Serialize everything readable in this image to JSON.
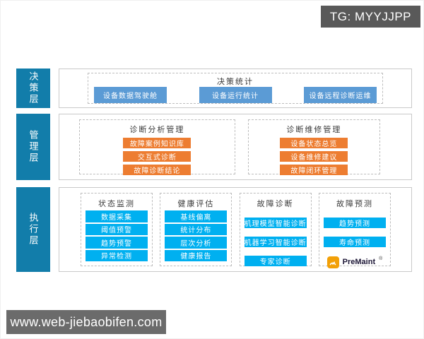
{
  "badges": {
    "tg_label": "TG: MYYJJPP",
    "watermark": "www.web-jiebaobifen.com"
  },
  "colors": {
    "layer_label_bg": "#127DAA",
    "decision_button": "#5B9BD5",
    "management_button": "#ED7D31",
    "execution_button": "#00B0F0",
    "tg_badge_bg": "#595959",
    "watermark_bg": "#6B6B6B",
    "premaint_orange": "#F2A007"
  },
  "layers": [
    {
      "id": "decision",
      "label": "决策层",
      "groups": [
        {
          "title": "决策统计",
          "buttons": [
            "设备数据驾驶舱",
            "设备运行统计",
            "设备远程诊断运维"
          ]
        }
      ]
    },
    {
      "id": "management",
      "label": "管理层",
      "groups": [
        {
          "title": "诊断分析管理",
          "buttons": [
            "故障案例知识库",
            "交互式诊断",
            "故障诊断结论"
          ]
        },
        {
          "title": "诊断维修管理",
          "buttons": [
            "设备状态总览",
            "设备维修建议",
            "故障闭环管理"
          ]
        }
      ]
    },
    {
      "id": "execution",
      "label": "执行层",
      "groups": [
        {
          "title": "状态监测",
          "buttons": [
            "数据采集",
            "阈值预警",
            "趋势预警",
            "异常检测"
          ]
        },
        {
          "title": "健康评估",
          "buttons": [
            "基线偏离",
            "统计分布",
            "层次分析",
            "健康报告"
          ]
        },
        {
          "title": "故障诊断",
          "buttons": [
            "机理模型智能诊断",
            "机器学习智能诊断",
            "专家诊断"
          ]
        },
        {
          "title": "故障预测",
          "buttons": [
            "趋势预测",
            "寿命预测"
          ]
        }
      ]
    }
  ],
  "premaint": {
    "name": "PreMaint",
    "registered": "®"
  }
}
